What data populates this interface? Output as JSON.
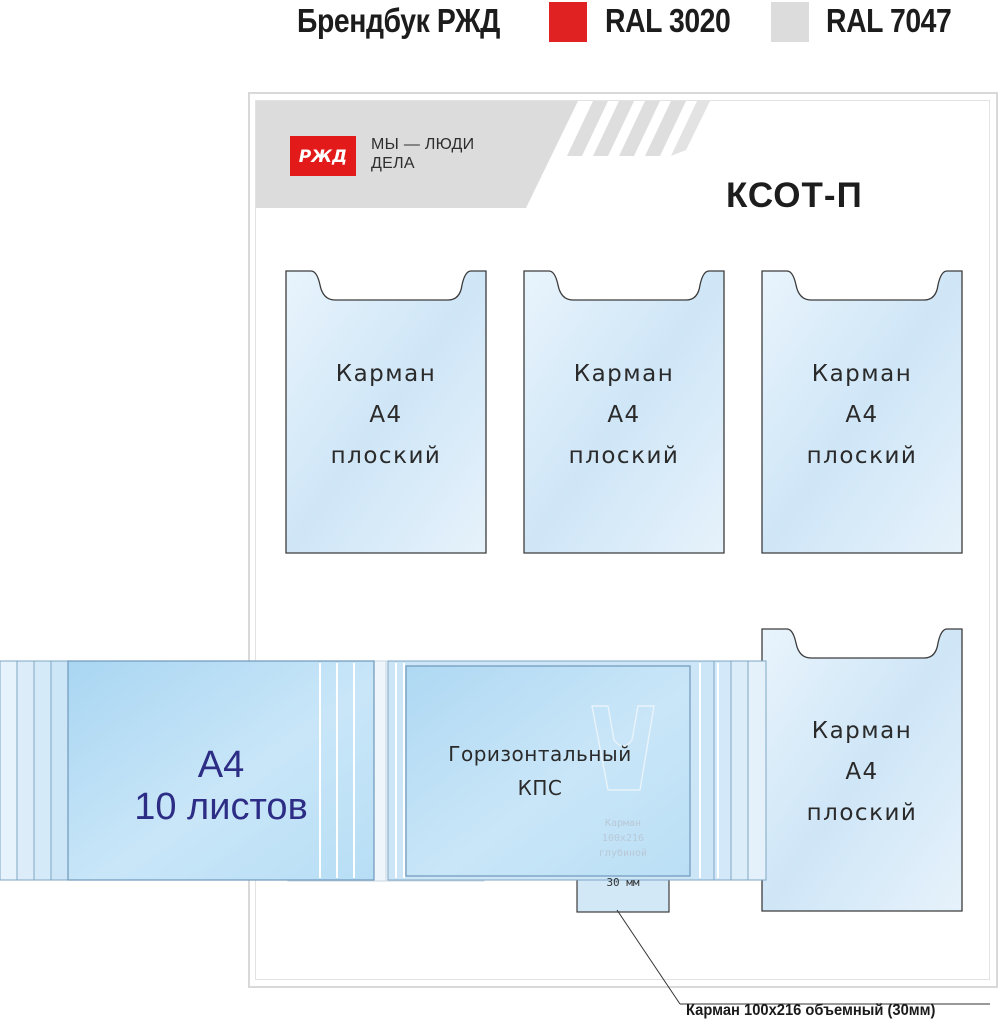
{
  "legend": {
    "brandbook_label": "Брендбук РЖД",
    "items": [
      {
        "color": "#e02222",
        "label": "RAL 3020"
      },
      {
        "color": "#dcdcdc",
        "label": "RAL 7047"
      }
    ]
  },
  "board": {
    "logo_text": "РЖД",
    "slogan_line1": "МЫ — ЛЮДИ",
    "slogan_line2": "ДЕЛА",
    "title": "КСОТ-П",
    "pockets": [
      {
        "line1": "Карман",
        "line2": "А4",
        "line3": "плоский"
      },
      {
        "line1": "Карман",
        "line2": "А4",
        "line3": "плоский"
      },
      {
        "line1": "Карман",
        "line2": "А4",
        "line3": "плоский"
      },
      {
        "line1": "Карман",
        "line2": "А4",
        "line3": "плоский"
      }
    ],
    "stack_pocket": {
      "line1": "А4",
      "line2": "10 листов"
    },
    "kps_pocket": {
      "line1": "Горизонтальный",
      "line2": "КПС"
    },
    "small_pocket": {
      "line1": "Карман",
      "line2": "100х216",
      "line3": "глубиной",
      "line4": "30 мм"
    }
  },
  "caption": "Карман  100х216 объемный (30мм)",
  "colors": {
    "accent_red": "#e21a1a",
    "panel_gray": "#dcdcdc",
    "pocket_blue": "#cfe6f7"
  }
}
